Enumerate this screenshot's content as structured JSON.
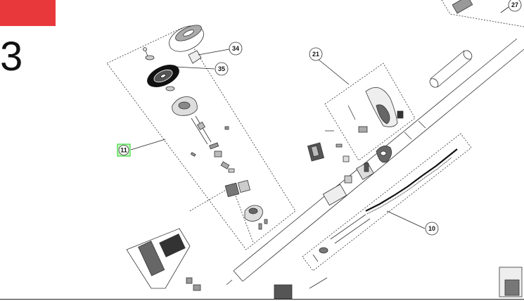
{
  "page": {
    "number": "3",
    "tab_color": "#e8383b"
  },
  "callouts": {
    "c11": {
      "label": "11",
      "highlight_color": "#3ddc3d"
    },
    "c34": {
      "label": "34"
    },
    "c35": {
      "label": "35"
    },
    "c21": {
      "label": "21"
    },
    "c27": {
      "label": "27"
    },
    "c10": {
      "label": "10"
    }
  }
}
